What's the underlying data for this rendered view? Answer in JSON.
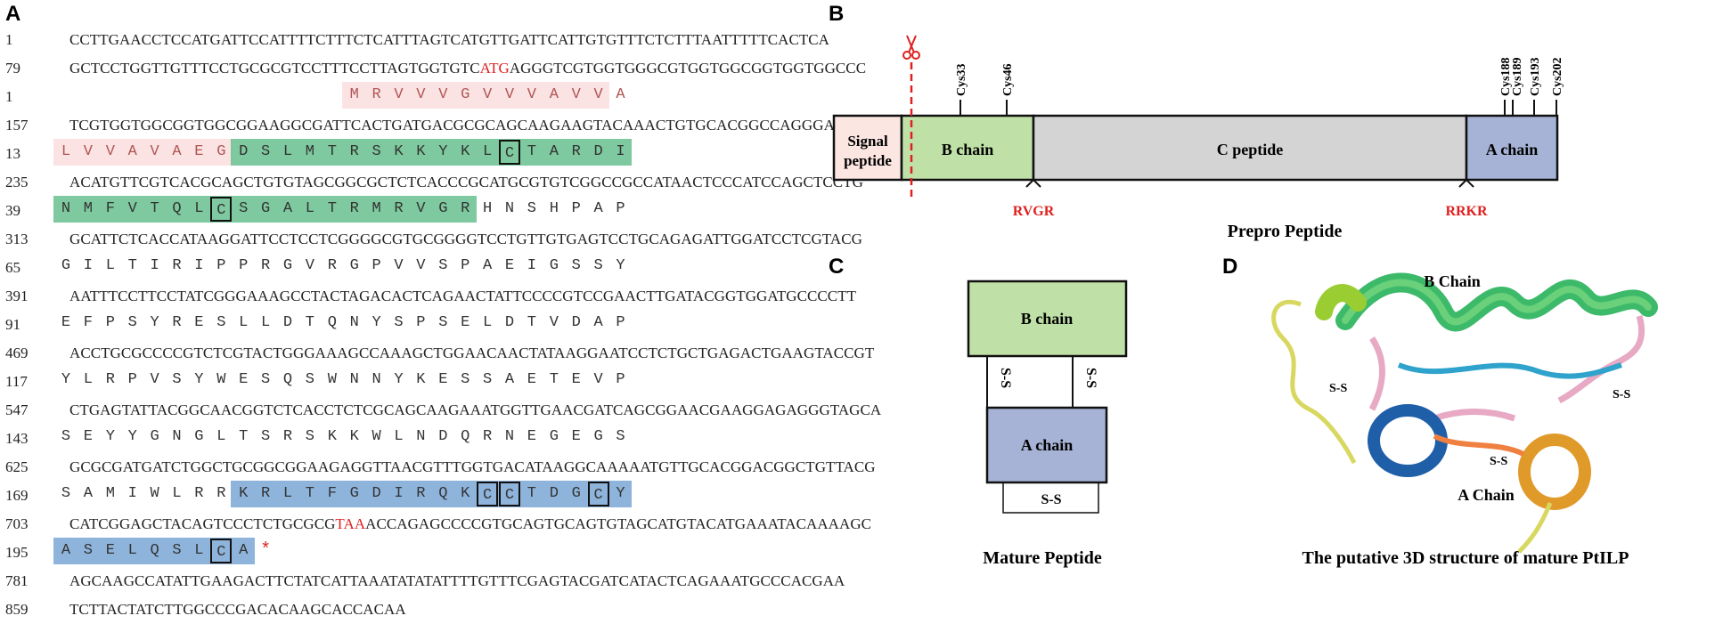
{
  "panels": {
    "a": "A",
    "b": "B",
    "c": "C",
    "d": "D"
  },
  "sequence": {
    "rows": [
      {
        "kind": "nt",
        "num": "1",
        "text": "CCTTGAACCTCCATGATTCCATTTTCTTTCTCATTTAGTCATGTTGATTCATTGTGTTTCTCTTTAATTTTTCACTCA"
      },
      {
        "kind": "nt",
        "num": "79",
        "pre": "GCTCCTGGTTGTTTCCTGCGCGTCCTTTCCTTAGTGGTGTC",
        "red": "ATG",
        "post": "AGGGTCGTGGTGGGCGTGGTGGCGGTGGTGGCCC"
      },
      {
        "kind": "aa",
        "num": "1",
        "aas": [
          "M",
          "R",
          "V",
          "V",
          "V",
          "G",
          "V",
          "V",
          "V",
          "A",
          "V",
          "V",
          "A"
        ]
      },
      {
        "kind": "nt",
        "num": "157",
        "text": "TCGTGGTGGCGGTGGCGGAAGGCGATTCACTGATGACGCGCAGCAAGAAGTACAAACTGTGCACGGCCAGGGACATCA"
      },
      {
        "kind": "aa",
        "num": "13",
        "aas": [
          "L",
          "V",
          "V",
          "A",
          "V",
          "A",
          "E",
          "G",
          "D",
          "S",
          "L",
          "M",
          "T",
          "R",
          "S",
          "K",
          "K",
          "Y",
          "K",
          "L",
          "C",
          "T",
          "A",
          "R",
          "D",
          "I"
        ]
      },
      {
        "kind": "nt",
        "num": "235",
        "text": "ACATGTTCGTCACGCAGCTGTGTAGCGGCGCTCTCACCCGCATGCGTGTCGGCCGCCATAACTCCCATCCAGCTCCTG"
      },
      {
        "kind": "aa",
        "num": "39",
        "aas": [
          "N",
          "M",
          "F",
          "V",
          "T",
          "Q",
          "L",
          "C",
          "S",
          "G",
          "A",
          "L",
          "T",
          "R",
          "M",
          "R",
          "V",
          "G",
          "R",
          "H",
          "N",
          "S",
          "H",
          "P",
          "A",
          "P"
        ]
      },
      {
        "kind": "nt",
        "num": "313",
        "text": "GCATTCTCACCATAAGGATTCCTCCTCGGGGCGTGCGGGGTCCTGTTGTGAGTCCTGCAGAGATTGGATCCTCGTACG"
      },
      {
        "kind": "aa",
        "num": "65",
        "aas": [
          "G",
          "I",
          "L",
          "T",
          "I",
          "R",
          "I",
          "P",
          "P",
          "R",
          "G",
          "V",
          "R",
          "G",
          "P",
          "V",
          "V",
          "S",
          "P",
          "A",
          "E",
          "I",
          "G",
          "S",
          "S",
          "Y"
        ]
      },
      {
        "kind": "nt",
        "num": "391",
        "text": "AATTTCCTTCCTATCGGGAAAGCCTACTAGACACTCAGAACTATTCCCCGTCCGAACTTGATACGGTGGATGCCCCTT"
      },
      {
        "kind": "aa",
        "num": "91",
        "aas": [
          "E",
          "F",
          "P",
          "S",
          "Y",
          "R",
          "E",
          "S",
          "L",
          "L",
          "D",
          "T",
          "Q",
          "N",
          "Y",
          "S",
          "P",
          "S",
          "E",
          "L",
          "D",
          "T",
          "V",
          "D",
          "A",
          "P"
        ]
      },
      {
        "kind": "nt",
        "num": "469",
        "text": "ACCTGCGCCCCGTCTCGTACTGGGAAAGCCAAAGCTGGAACAACTATAAGGAATCCTCTGCTGAGACTGAAGTACCGT"
      },
      {
        "kind": "aa",
        "num": "117",
        "aas": [
          "Y",
          "L",
          "R",
          "P",
          "V",
          "S",
          "Y",
          "W",
          "E",
          "S",
          "Q",
          "S",
          "W",
          "N",
          "N",
          "Y",
          "K",
          "E",
          "S",
          "S",
          "A",
          "E",
          "T",
          "E",
          "V",
          "P"
        ]
      },
      {
        "kind": "nt",
        "num": "547",
        "text": "CTGAGTATTACGGCAACGGTCTCACCTCTCGCAGCAAGAAATGGTTGAACGATCAGCGGAACGAAGGAGAGGGTAGCA"
      },
      {
        "kind": "aa",
        "num": "143",
        "aas": [
          "S",
          "E",
          "Y",
          "Y",
          "G",
          "N",
          "G",
          "L",
          "T",
          "S",
          "R",
          "S",
          "K",
          "K",
          "W",
          "L",
          "N",
          "D",
          "Q",
          "R",
          "N",
          "E",
          "G",
          "E",
          "G",
          "S"
        ]
      },
      {
        "kind": "nt",
        "num": "625",
        "text": "GCGCGATGATCTGGCTGCGGCGGAAGAGGTTAACGTTTGGTGACATAAGGCAAAAATGTTGCACGGACGGCTGTTACG"
      },
      {
        "kind": "aa",
        "num": "169",
        "aas": [
          "S",
          "A",
          "M",
          "I",
          "W",
          "L",
          "R",
          "R",
          "K",
          "R",
          "L",
          "T",
          "F",
          "G",
          "D",
          "I",
          "R",
          "Q",
          "K",
          "C",
          "C",
          "T",
          "D",
          "G",
          "C",
          "Y"
        ]
      },
      {
        "kind": "nt",
        "num": "703",
        "pre": "CATCGGAGCTACAGTCCCTCTGCGCG",
        "red": "TAA",
        "post": "ACCAGAGCCCCGTGCAGTGCAGTGTAGCATGTACATGAAATACAAAAGC"
      },
      {
        "kind": "aa",
        "num": "195",
        "aas": [
          "A",
          "S",
          "E",
          "L",
          "Q",
          "S",
          "L",
          "C",
          "A",
          "*"
        ]
      },
      {
        "kind": "nt",
        "num": "781",
        "text": "AGCAAGCCATATTGAAGACTTCTATCATTAAATATATATTTTGTTTCGAGTACGATCATACTCAGAAATGCCCACGAA"
      },
      {
        "kind": "nt",
        "num": "859",
        "text": "TCTTACTATCTTGGCCCGACACAAGCACCACAA"
      }
    ]
  },
  "prepro": {
    "signal_label_1": "Signal",
    "signal_label_2": "peptide",
    "b_chain": "B chain",
    "c_peptide": "C peptide",
    "a_chain": "A chain",
    "cys_labels": [
      "Cys33",
      "Cys46",
      "Cys188",
      "Cys189",
      "Cys193",
      "Cys202"
    ],
    "site_1": "RVGR",
    "site_2": "RRKR",
    "caption": "Prepro Peptide",
    "colors": {
      "signal": "#fbe6e2",
      "b": "#bfe0a6",
      "c": "#d4d4d4",
      "a": "#a6b3d6",
      "site": "#e02020"
    }
  },
  "mature": {
    "b_chain": "B chain",
    "a_chain": "A chain",
    "ss_left": "S-S",
    "ss_right": "S-S",
    "ss_bottom": "S-S",
    "caption": "Mature Peptide"
  },
  "structure": {
    "b_chain": "B Chain",
    "a_chain": "A Chain",
    "ss_1": "S-S",
    "ss_2": "S-S",
    "ss_3": "S-S",
    "caption": "The putative 3D structure of mature PtILP"
  }
}
